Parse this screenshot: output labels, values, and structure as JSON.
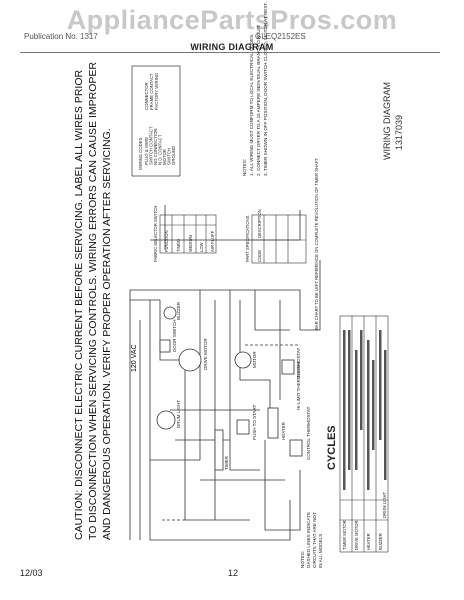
{
  "watermark": "AppliancePartsPros.com",
  "header": {
    "left": "Publication No. 1317",
    "right": "GLEQ2152ES",
    "title": "WIRING DIAGRAM"
  },
  "caution": [
    "CAUTION: DISCONNECT ELECTRIC CURRENT BEFORE SERVICING. LABEL ALL WIRES PRIOR",
    "TO DISCONNECTION WHEN SERVICING CONTROLS. WIRING ERRORS CAN CAUSE IMPROPER",
    "AND DANGEROUS OPERATION. VERIFY PROPER OPERATION AFTER SERVICING."
  ],
  "wiring_codes": {
    "title": "WIRING CODES",
    "items": [
      "PLUG & WIRE",
      "SWITCH CONTACT",
      "NO CONNECTION",
      "N.O. CONTACT",
      "MOTOR",
      "SWITCH",
      "GROUND",
      "CONNECTOR",
      "FRAME CONTACT",
      "FACTORY WIRING"
    ]
  },
  "notes": {
    "title": "NOTES:",
    "items": [
      "1. ALL WIRING MUST CONFORM TO LOCAL ELECTRICAL CODES.",
      "2. CONNECT DRYER TO A 15 AMPERE INDIVIDUAL BRANCH CIRCUIT.",
      "3. TIMER SHOWN IN OFF POSITION, DOOR SWITCH CLOSED, MOTOR AT REST."
    ]
  },
  "part_number": {
    "label": "WIRING DIAGRAM",
    "number": "1317039"
  },
  "supply": "120 VAC",
  "components": {
    "timer": "TIMER",
    "motor": "MOTOR",
    "drive_motor": "DRIVE MOTOR",
    "door_switch": "DOOR SWITCH",
    "drum_light": "DRUM LIGHT",
    "thermostat": "THERMOSTAT",
    "heater": "HEATER",
    "buzzer": "BUZZER",
    "fabric_selector": "FABRIC SELECTOR SWITCH",
    "push_to_start": "PUSH TO START",
    "control_thermostat": "CONTROL THERMOSTAT",
    "hi_limit": "HI-LIMIT THERMOSTAT"
  },
  "fabric_table": {
    "title": "FABRIC SELECTOR SWITCH",
    "rows": [
      "FUNCTION",
      "TIMED",
      "MEDIUM",
      "LOW",
      "AIR FLUFF"
    ]
  },
  "spec_table": {
    "title": "PART SPECIFICATIONS",
    "cols": [
      "CODE",
      "DESCRIPTION"
    ]
  },
  "bar_chart_note": "BAR CHART TO BE LEFT REFERENCE ON COMPLETE REVOLUTION OF TIMER SHAFT",
  "cycles": {
    "title": "CYCLES",
    "row_labels": [
      "TIMER MOTOR",
      "DRIVE MOTOR",
      "HEATER",
      "BUZZER",
      "DRUM LIGHT"
    ]
  },
  "footnotes": {
    "lines": [
      "NOTES:",
      "DASHED LINES INDICATE",
      "CIRCUITS THAT ARE NOT",
      "IN ALL MODELS"
    ]
  },
  "footer": {
    "date": "12/03",
    "page": "12"
  }
}
